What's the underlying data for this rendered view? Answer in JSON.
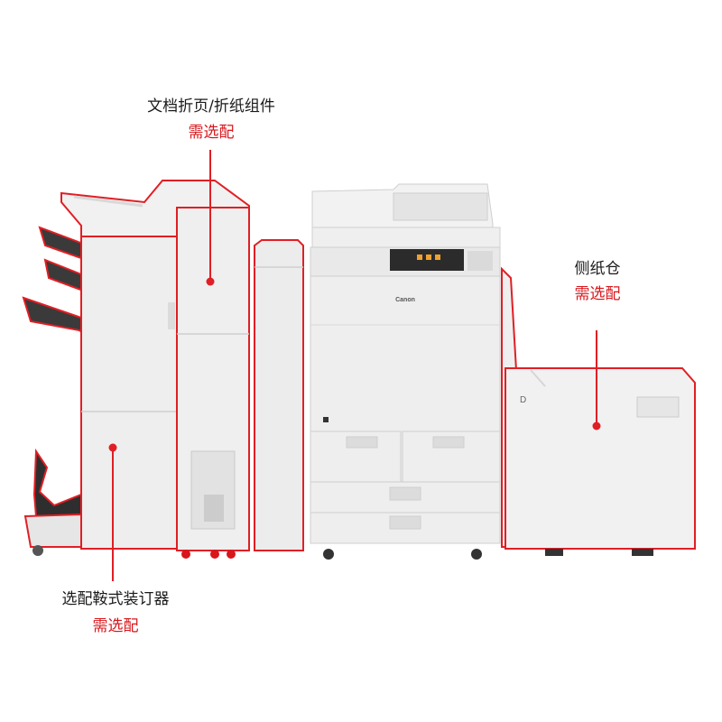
{
  "callouts": {
    "folding_unit": {
      "title": "文档折页/折纸组件",
      "note": "需选配"
    },
    "side_tray": {
      "title": "侧纸仓",
      "note": "需选配"
    },
    "saddle_finisher": {
      "title": "选配鞍式装订器",
      "note": "需选配"
    }
  },
  "brand": "Canon",
  "colors": {
    "outline": "#e01f25",
    "body": "#ededed",
    "shade": "#d8d8d8",
    "dark": "#333333"
  }
}
